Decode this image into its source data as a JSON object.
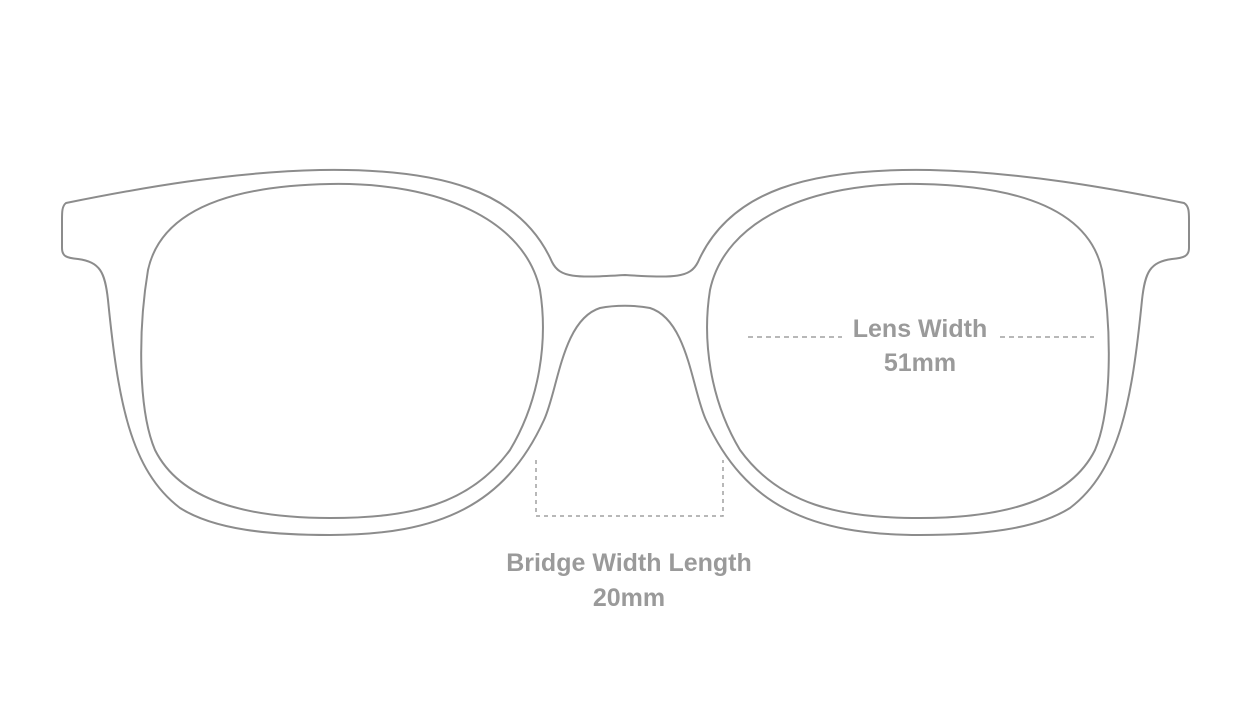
{
  "colors": {
    "background": "#ffffff",
    "frame_stroke": "#8c8c8c",
    "dimension_line": "#a0a0a0",
    "label_text": "#9a9a9a"
  },
  "diagram": {
    "subject": "eyeglasses-front-outline",
    "lens_width": {
      "label": "Lens Width",
      "value": "51mm"
    },
    "bridge_width": {
      "label": "Bridge Width Length",
      "value": "20mm"
    }
  }
}
